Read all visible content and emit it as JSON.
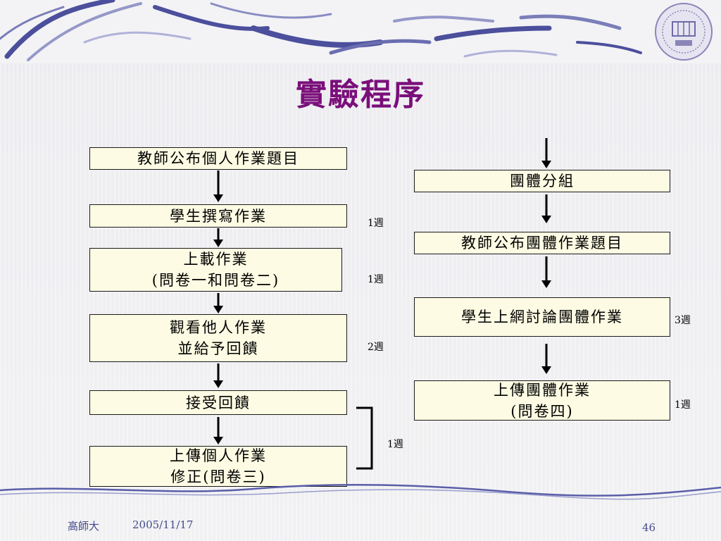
{
  "slide": {
    "title": "實驗程序",
    "left_flow": [
      {
        "lines": [
          "教師公布個人作業題目"
        ]
      },
      {
        "lines": [
          "學生撰寫作業"
        ]
      },
      {
        "lines": [
          "上載作業",
          "(問卷一和問卷二)"
        ]
      },
      {
        "lines": [
          "觀看他人作業",
          "並給予回饋"
        ]
      },
      {
        "lines": [
          "接受回饋"
        ]
      },
      {
        "lines": [
          "上傳個人作業",
          "修正(問卷三)"
        ]
      }
    ],
    "right_flow": [
      {
        "lines": [
          "團體分組"
        ]
      },
      {
        "lines": [
          "教師公布團體作業題目"
        ]
      },
      {
        "lines": [
          "學生上網討論團體作業"
        ]
      },
      {
        "lines": [
          "上傳團體作業",
          "(問卷四)"
        ]
      }
    ],
    "durations": {
      "left_write": "1週",
      "left_upload": "1週",
      "left_review": "2週",
      "left_revise": "1週",
      "right_discuss": "3週",
      "right_upload": "1週"
    }
  },
  "footer": {
    "org": "高師大",
    "date": "2005/11/17",
    "page_number": "46"
  },
  "colors": {
    "title": "#7a0f7a",
    "box_fill": "#fdfbe3",
    "wave": "#5a5ea8",
    "footer_text": "#444a8a"
  },
  "icons": [
    "university-seal-icon"
  ]
}
